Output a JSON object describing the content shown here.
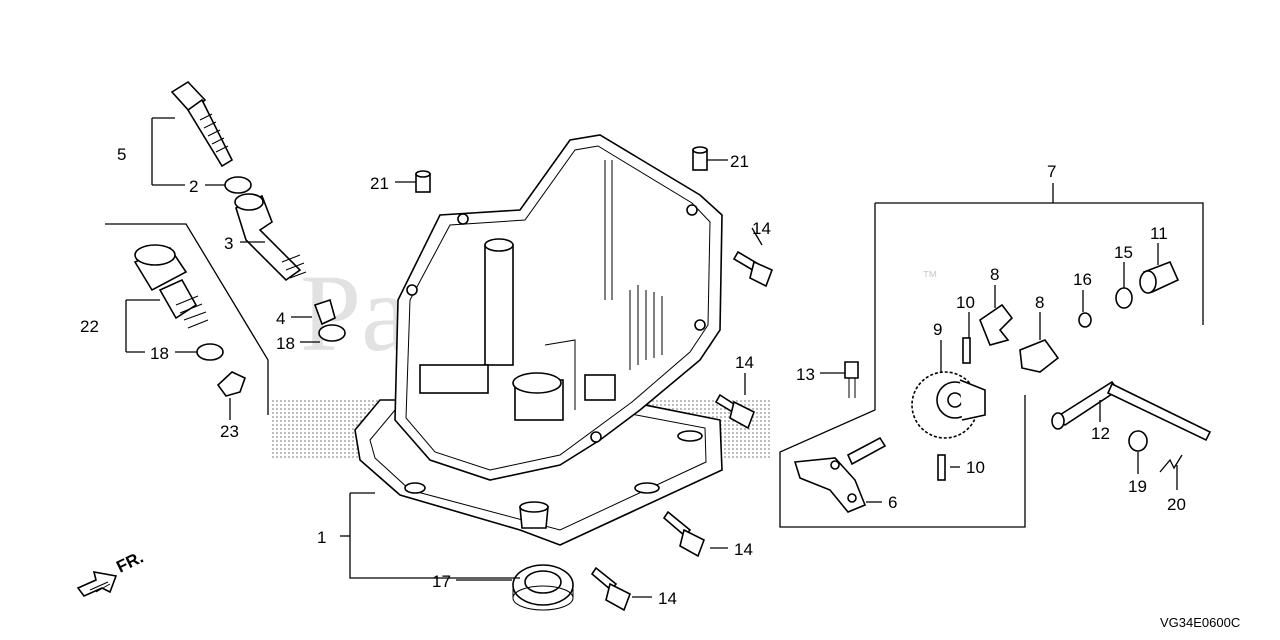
{
  "watermark": {
    "text": "PartsTree",
    "trademark": "™"
  },
  "diagram_code": "VG34E0600C",
  "direction_arrow": {
    "label": "FR."
  },
  "callouts": {
    "c1": "1",
    "c2": "2",
    "c3": "3",
    "c4": "4",
    "c5": "5",
    "c6": "6",
    "c7": "7",
    "c8a": "8",
    "c8b": "8",
    "c9": "9",
    "c10a": "10",
    "c10b": "10",
    "c11": "11",
    "c12": "12",
    "c13": "13",
    "c14a": "14",
    "c14b": "14",
    "c14c": "14",
    "c14d": "14",
    "c15": "15",
    "c16": "16",
    "c17": "17",
    "c18a": "18",
    "c18b": "18",
    "c19": "19",
    "c20": "20",
    "c21a": "21",
    "c21b": "21",
    "c22": "22",
    "c23": "23"
  }
}
